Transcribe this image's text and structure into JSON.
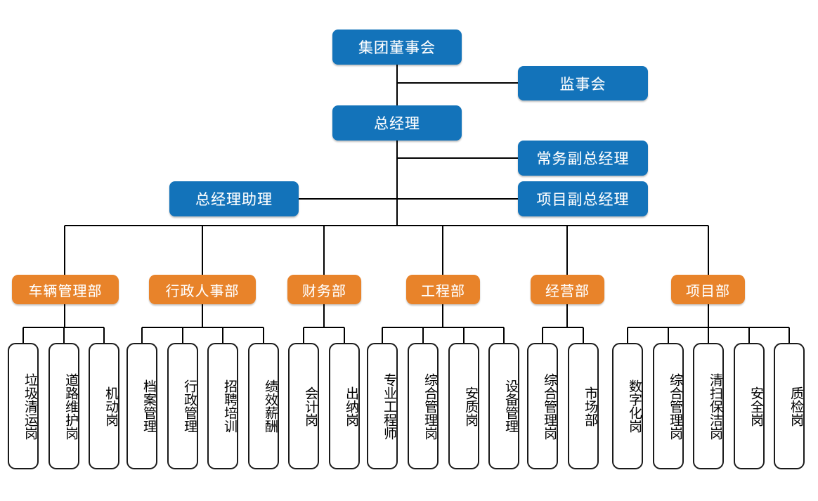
{
  "chart_meta": {
    "kind": "organizational-chart",
    "background": "#ffffff",
    "colors": {
      "executive_box": "#1373ba",
      "department_box": "#e8832a",
      "position_box_fill": "#ffffff",
      "position_box_border": "#1a1a1a",
      "connector_line": "#000000"
    }
  },
  "executive": {
    "board": "集团董事会",
    "supervisory": "监事会",
    "general_manager": "总经理",
    "executive_deputy": "常务副总经理",
    "project_deputy": "项目副总经理",
    "gm_assistant": "总经理助理"
  },
  "departments": [
    {
      "name": "车辆管理部",
      "positions": [
        "垃圾清运岗",
        "道路维护岗",
        "机动岗"
      ]
    },
    {
      "name": "行政人事部",
      "positions": [
        "档案管理",
        "行政管理",
        "招聘培训",
        "绩效薪酬"
      ]
    },
    {
      "name": "财务部",
      "positions": [
        "会计岗",
        "出纳岗"
      ]
    },
    {
      "name": "工程部",
      "positions": [
        "专业工程师",
        "综合管理岗",
        "安质岗",
        "设备管理"
      ]
    },
    {
      "name": "经营部",
      "positions": [
        "综合管理岗",
        "市场部"
      ]
    },
    {
      "name": "项目部",
      "positions": [
        "数字化岗",
        "综合管理岗",
        "清扫保洁岗",
        "安全岗",
        "质检岗"
      ]
    }
  ]
}
